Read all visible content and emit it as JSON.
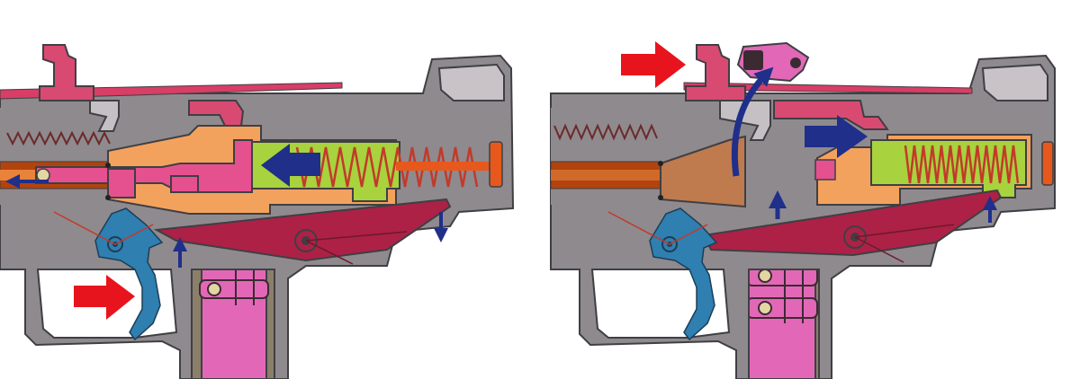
{
  "panels": [
    {
      "id": "left",
      "state": "trigger-pulled-bolt-forward"
    },
    {
      "id": "right",
      "state": "bolt-recoiling-case-ejecting"
    }
  ],
  "colors": {
    "receiver": "#8f8a8e",
    "receiver_outline": "#3f3f44",
    "receiver_light": "#c9c3c7",
    "cocking_handle": "#d94a72",
    "top_bar": "#d83e66",
    "bolt_orange": "#f3a25d",
    "bolt_face_pink": "#e5508f",
    "bolt_green": "#a8d23e",
    "barrel": "#b3430d",
    "chamber_brown": "#bf7a4e",
    "spring_red": "#c23a2a",
    "spring_cap": "#e7581d",
    "sear": "#ad2146",
    "trigger": "#2f7fb0",
    "magazine_pink": "#e268b7",
    "magazine_dark": "#3c2a32",
    "magazine_well": "#8b7f6a",
    "cartridge": "#e3d6a3",
    "force_arrow": "#e8141d",
    "motion_arrow": "#1f2f8a"
  },
  "icons": [
    "force-arrow-icon",
    "motion-arrow-icon",
    "ejected-case-icon",
    "spring-icon"
  ]
}
